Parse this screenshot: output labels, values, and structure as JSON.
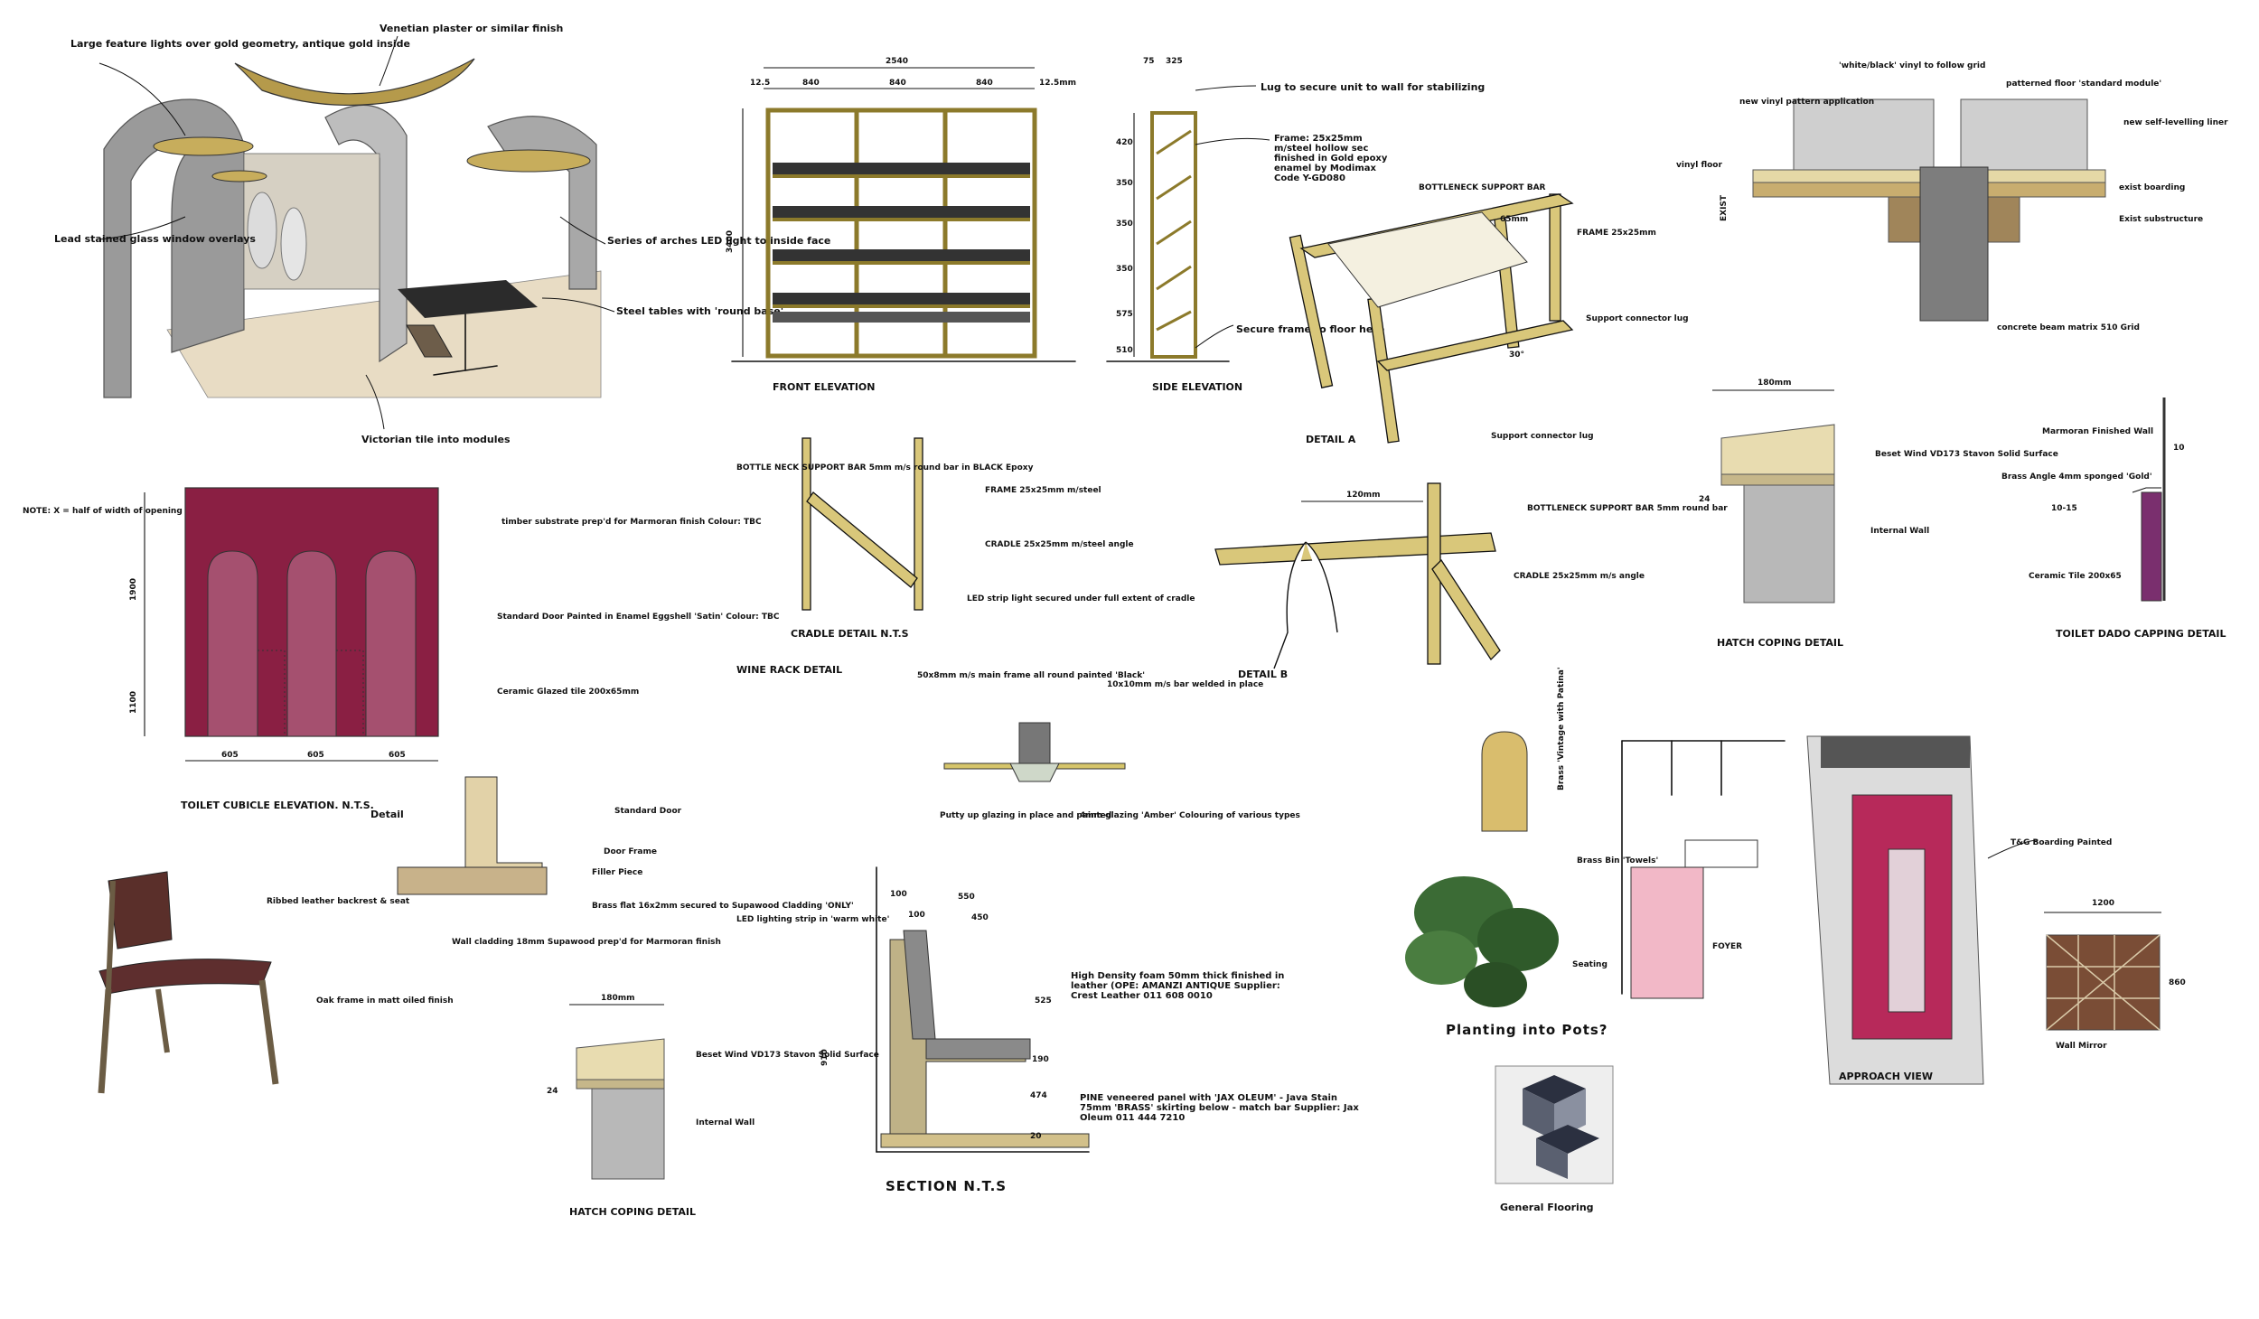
{
  "sketch_interior": {
    "notes": [
      "Large feature lights over gold geometry, antique gold inside",
      "Venetian plaster or similar finish",
      "Lead stained glass window overlays",
      "Series of arches LED light to inside face",
      "Steel tables with 'round base'",
      "Victorian tile into modules"
    ]
  },
  "wine_rack_front": {
    "overall_dim": "2540",
    "bay_dims": [
      "12.5",
      "840",
      "840",
      "840",
      "12.5mm"
    ],
    "height_dim": "3400",
    "caption": "FRONT ELEVATION"
  },
  "wine_rack_side": {
    "top_dims": [
      "75",
      "325"
    ],
    "height_dims": [
      "420",
      "350",
      "350",
      "350",
      "575",
      "510"
    ],
    "notes": [
      "Lug to secure unit to wall for stabilizing",
      "Frame: 25x25mm m/steel hollow sec finished in Gold epoxy enamel by Modimax Code Y-GD080",
      "Secure frame to floor here"
    ],
    "caption": "SIDE ELEVATION"
  },
  "detail_a": {
    "notes": [
      "BOTTLENECK SUPPORT BAR",
      "65mm",
      "FRAME 25x25mm",
      "Support connector lug",
      "Support connector lug",
      "30°"
    ],
    "caption": "DETAIL A"
  },
  "cradle_detail": {
    "notes": [
      "BOTTLE NECK SUPPORT BAR 5mm m/s round bar in BLACK Epoxy",
      "FRAME 25x25mm m/steel",
      "CRADLE 25x25mm m/steel angle",
      "LED strip light secured under full extent of cradle"
    ],
    "caption": "CRADLE DETAIL N.T.S",
    "sub_caption": "WINE RACK DETAIL"
  },
  "detail_b": {
    "notes": [
      "120mm",
      "BOTTLENECK SUPPORT BAR 5mm round bar",
      "CRADLE 25x25mm m/s angle"
    ],
    "caption": "DETAIL B"
  },
  "floor_detail": {
    "notes": [
      "'white/black' vinyl to follow grid",
      "patterned floor 'standard module'",
      "new vinyl pattern application",
      "new self-levelling liner",
      "vinyl floor",
      "exist boarding",
      "Exist substructure",
      "concrete beam matrix 510 Grid",
      "EXIST"
    ]
  },
  "hatch_coping_1": {
    "width_dim": "180mm",
    "side_dim": "24",
    "notes": [
      "Beset Wind VD173 Stavon Solid Surface",
      "Internal Wall"
    ],
    "caption": "HATCH COPING DETAIL"
  },
  "dado_capping": {
    "notes": [
      "Marmoran Finished Wall",
      "Brass Angle 4mm sponged 'Gold'",
      "10",
      "10-15",
      "Ceramic Tile 200x65"
    ],
    "caption": "TOILET DADO CAPPING DETAIL"
  },
  "cubicle": {
    "note_left": "NOTE: X = half of width of opening",
    "dims": [
      "1900",
      "1100",
      "605",
      "605",
      "605"
    ],
    "notes": [
      "timber substrate prep'd for Marmoran finish Colour: TBC",
      "Standard Door Painted in Enamel Eggshell 'Satin' Colour: TBC",
      "Ceramic Glazed tile 200x65mm"
    ],
    "caption": "TOILET CUBICLE ELEVATION. N.T.S.",
    "detail_tag": "Detail",
    "color_main": "#8a1f43",
    "color_door": "#a5506f"
  },
  "door_frame": {
    "notes": [
      "Standard Door",
      "Door Frame",
      "Filler Piece",
      "Brass flat 16x2mm secured to Supawood Cladding 'ONLY'",
      "Wall cladding 18mm Supawood prep'd for Marmoran finish"
    ]
  },
  "gate_detail": {
    "notes": [
      "50x8mm m/s main frame all round painted 'Black'",
      "10x10mm m/s bar welded in place",
      "Putty up glazing in place and painted",
      "4mm glazing 'Amber' Colouring of various types"
    ]
  },
  "chair": {
    "notes": [
      "Ribbed leather backrest & seat",
      "Oak frame in matt oiled finish"
    ]
  },
  "hatch_coping_2": {
    "width_dim": "180mm",
    "side_dim": "24",
    "notes": [
      "Beset Wind VD173 Stavon Solid Surface",
      "Internal Wall"
    ],
    "caption": "HATCH COPING DETAIL"
  },
  "section": {
    "dims": [
      "100",
      "100",
      "550",
      "450",
      "525",
      "910",
      "190",
      "474",
      "20"
    ],
    "notes": [
      "LED lighting strip in 'warm white'",
      "High Density foam 50mm thick finished in leather (OPE: AMANZI ANTIQUE Supplier: Crest Leather 011 608 0010",
      "PINE veneered panel with 'JAX OLEUM' - Java Stain 75mm 'BRASS' skirting below - match bar Supplier: Jax Oleum 011 444 7210"
    ],
    "caption": "SECTION N.T.S"
  },
  "bin": {
    "note": "Brass 'Vintage with Patina'"
  },
  "plant": {
    "caption": "Planting into Pots?"
  },
  "floor_tile": {
    "caption": "General Flooring"
  },
  "plan": {
    "notes": [
      "Brass Bin 'Towels'",
      "Seating",
      "FOYER"
    ]
  },
  "approach": {
    "notes": [
      "T&G Boarding Painted",
      "1200",
      "860",
      "Wall Mirror"
    ],
    "caption": "APPROACH VIEW"
  }
}
